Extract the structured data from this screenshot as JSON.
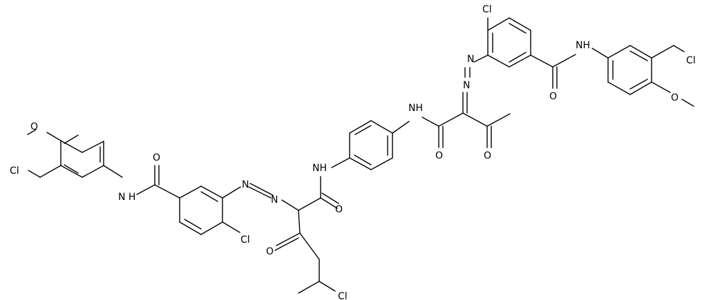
{
  "atoms": {
    "cl1": "Cl",
    "cl2": "Cl",
    "cl3": "Cl",
    "cl4": "Cl",
    "cl5": "Cl",
    "o1": "O",
    "o2": "O",
    "o3": "O",
    "o4": "O",
    "o5": "O",
    "o6": "O",
    "o7": "O",
    "o8": "O",
    "n1": "N",
    "n2": "N",
    "n3": "N",
    "n4": "N",
    "nh1": "NH",
    "nh2": "NH",
    "nh3": "NH",
    "nh4": "N H"
  }
}
